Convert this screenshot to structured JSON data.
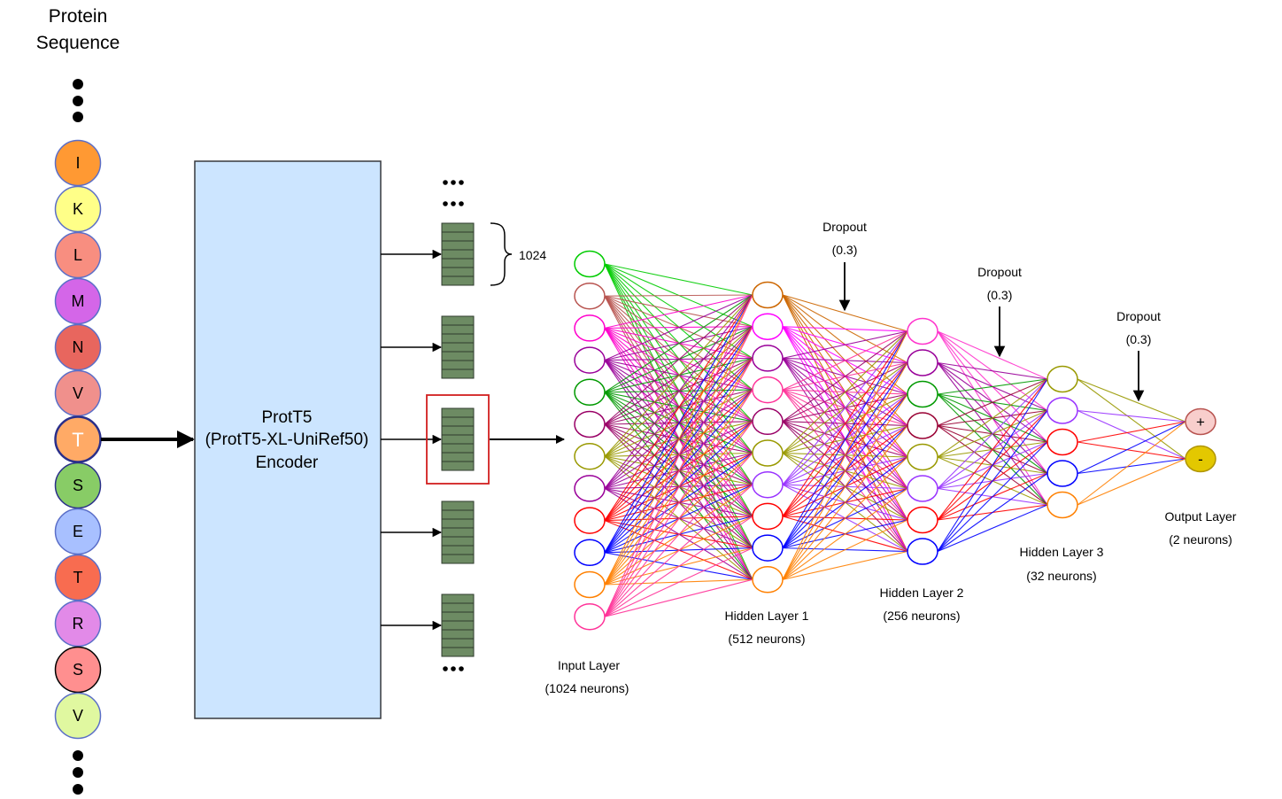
{
  "title": {
    "line1": "Protein",
    "line2": "Sequence"
  },
  "residues": [
    {
      "letter": "I",
      "fill": "#ff9933",
      "stroke": "#5a6ec8"
    },
    {
      "letter": "K",
      "fill": "#ffff88",
      "stroke": "#5a6ec8"
    },
    {
      "letter": "L",
      "fill": "#f88e80",
      "stroke": "#5a6ec8"
    },
    {
      "letter": "M",
      "fill": "#d466e8",
      "stroke": "#5a6ec8"
    },
    {
      "letter": "N",
      "fill": "#e8665e",
      "stroke": "#5a6ec8"
    },
    {
      "letter": "V",
      "fill": "#f0908c",
      "stroke": "#5a6ec8"
    },
    {
      "letter": "T",
      "fill": "#ffaa66",
      "stroke": "#2a2f8a"
    },
    {
      "letter": "S",
      "fill": "#88cc66",
      "stroke": "#2a2f8a"
    },
    {
      "letter": "E",
      "fill": "#a8c0ff",
      "stroke": "#5a6ec8"
    },
    {
      "letter": "T",
      "fill": "#f86c50",
      "stroke": "#5a6ec8"
    },
    {
      "letter": "R",
      "fill": "#e28ae8",
      "stroke": "#5a6ec8"
    },
    {
      "letter": "S",
      "fill": "#ff8f8f",
      "stroke": "#000000"
    },
    {
      "letter": "V",
      "fill": "#e0f8a0",
      "stroke": "#5a6ec8"
    }
  ],
  "encoder": {
    "line1": "ProtT5",
    "line2": "(ProtT5-XL-UniRef50)",
    "line3": "Encoder",
    "fill": "#cce5ff"
  },
  "embedding": {
    "dim_label": "1024",
    "fill": "#6d8b63"
  },
  "layers": [
    {
      "name": "Input Layer",
      "size": "(1024 neurons)"
    },
    {
      "name": "Hidden Layer 1",
      "size": "(512 neurons)"
    },
    {
      "name": "Hidden Layer 2",
      "size": "(256 neurons)"
    },
    {
      "name": "Hidden Layer 3",
      "size": "(32 neurons)"
    },
    {
      "name": "Output Layer",
      "size": "(2 neurons)"
    }
  ],
  "dropouts": [
    {
      "label": "Dropout",
      "value": "(0.3)"
    },
    {
      "label": "Dropout",
      "value": "(0.3)"
    },
    {
      "label": "Dropout",
      "value": "(0.3)"
    }
  ],
  "outputs": [
    {
      "symbol": "+",
      "fill": "#f8cecc",
      "stroke": "#b85450"
    },
    {
      "symbol": "-",
      "fill": "#e3c800",
      "stroke": "#b09500"
    }
  ],
  "colors": {
    "input": [
      "#00cc00",
      "#b85450",
      "#ff00cc",
      "#990099",
      "#009900",
      "#990066",
      "#999900",
      "#990099",
      "#ff0000",
      "#0000ff",
      "#ff8000",
      "#ff3399"
    ],
    "h1": [
      "#cc6600",
      "#ff00ff",
      "#990099",
      "#ff3399",
      "#990066",
      "#999900",
      "#9933ff",
      "#ff0000",
      "#0000ff",
      "#ff8000"
    ],
    "h2": [
      "#ff33cc",
      "#990099",
      "#009900",
      "#990033",
      "#999900",
      "#9933ff",
      "#ff0000",
      "#0000ff"
    ],
    "h3": [
      "#999900",
      "#9933ff",
      "#ff0000",
      "#0000ff",
      "#ff8000"
    ]
  }
}
